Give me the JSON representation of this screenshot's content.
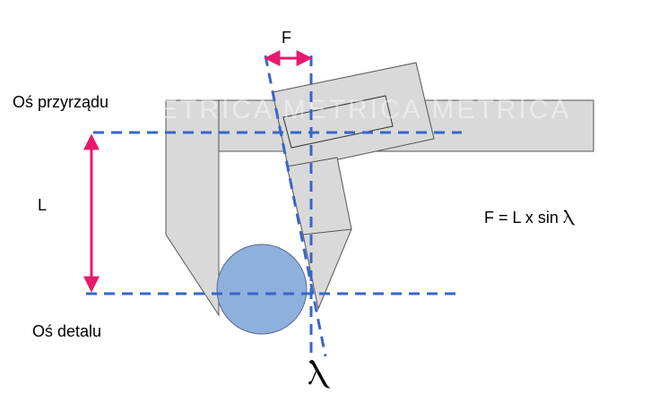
{
  "labels": {
    "instrument_axis": "Oś przyrządu",
    "part_axis": "Oś detalu",
    "length": "L",
    "offset": "F",
    "formula": "F = L x sin Ⲗ",
    "angle_symbol": "Ⲗ"
  },
  "watermark": "METRICA METRICA METRICA",
  "colors": {
    "instrument_fill": "#d9d9d9",
    "outline": "#555555",
    "dashed_line": "#3a64c8",
    "arrow": "#e8196a",
    "ball_fill": "#8eb0dc",
    "ball_stroke": "#556b8f"
  }
}
